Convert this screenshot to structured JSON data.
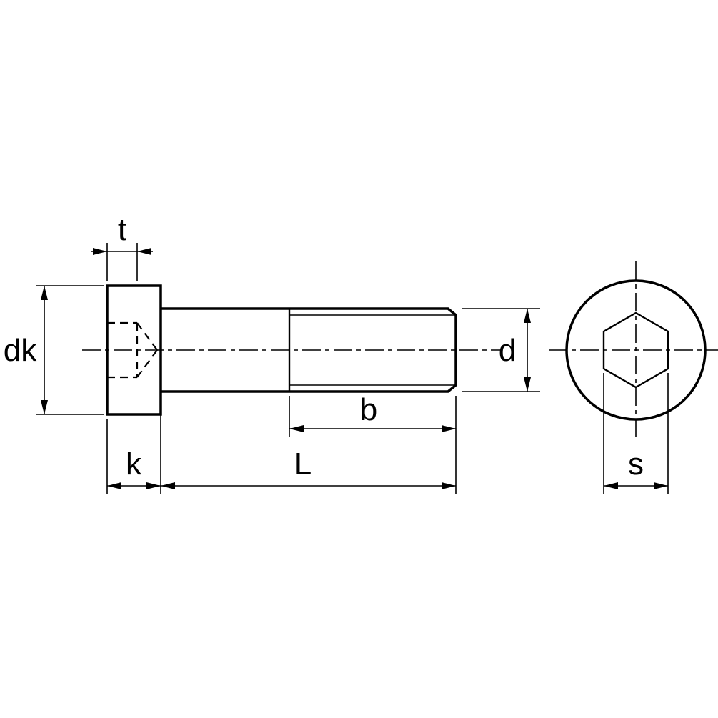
{
  "drawing": {
    "dimension_labels": {
      "socket_depth": "t",
      "head_diameter": "dk",
      "head_height": "k",
      "total_length": "L",
      "thread_length": "b",
      "thread_diameter": "d",
      "hex_socket_size": "s"
    },
    "colors": {
      "line": "#000000",
      "background": "#ffffff"
    }
  }
}
